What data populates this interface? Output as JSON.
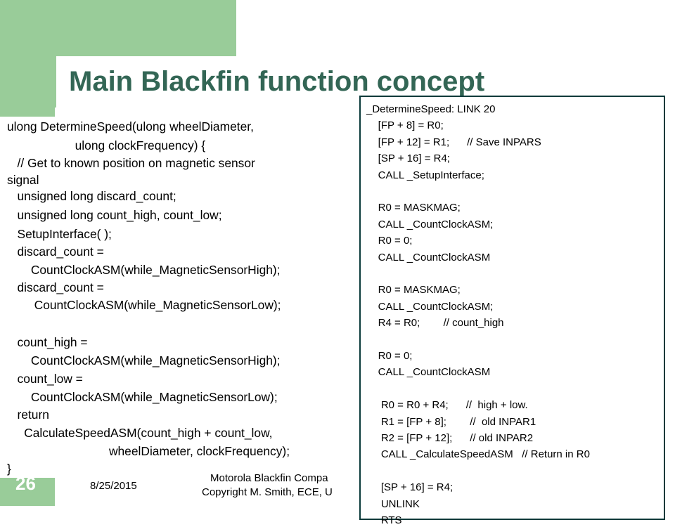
{
  "slide": {
    "title": "Main Blackfin function concept",
    "c_code": [
      "ulong DetermineSpeed(ulong wheelDiameter,",
      "                    ulong clockFrequency) {",
      "   // Get to known position on magnetic sensor",
      "signal",
      "   unsigned long discard_count;",
      "   unsigned long count_high, count_low;",
      "   SetupInterface( );",
      "   discard_count =",
      "       CountClockASM(while_MagneticSensorHigh);",
      "   discard_count =",
      "        CountClockASM(while_MagneticSensorLow);",
      "",
      "   count_high =",
      "       CountClockASM(while_MagneticSensorHigh);",
      "   count_low =",
      "       CountClockASM(while_MagneticSensorLow);",
      "   return",
      "     CalculateSpeedASM(count_high + count_low,",
      "                              wheelDiameter, clockFrequency);",
      "}"
    ],
    "asm_code": [
      "_DetermineSpeed: LINK 20",
      "    [FP + 8] = R0;",
      "    [FP + 12] = R1;      // Save INPARS",
      "    [SP + 16] = R4;",
      "    CALL _SetupInterface;",
      "",
      "    R0 = MASKMAG;",
      "    CALL _CountClockASM;",
      "    R0 = 0;",
      "    CALL _CountClockASM",
      "",
      "    R0 = MASKMAG;",
      "    CALL _CountClockASM;",
      "    R4 = R0;        // count_high",
      "",
      "    R0 = 0;",
      "    CALL _CountClockASM",
      "",
      "     R0 = R0 + R4;      //  high + low.",
      "     R1 = [FP + 8];        //  old INPAR1",
      "     R2 = [FP + 12];      // old INPAR2",
      "     CALL _CalculateSpeedASM   // Return in R0",
      "",
      "     [SP + 16] = R4;",
      "     UNLINK",
      "     RTS"
    ],
    "footer": {
      "slide_number": "26",
      "date": "8/25/2015",
      "copyright_line1": "Motorola Blackfin Compa",
      "copyright_line2": "Copyright M. Smith, ECE, U"
    }
  },
  "colors": {
    "accent_green": "#99cc99",
    "title_color": "#336655",
    "box_border": "#0a3a3a"
  }
}
